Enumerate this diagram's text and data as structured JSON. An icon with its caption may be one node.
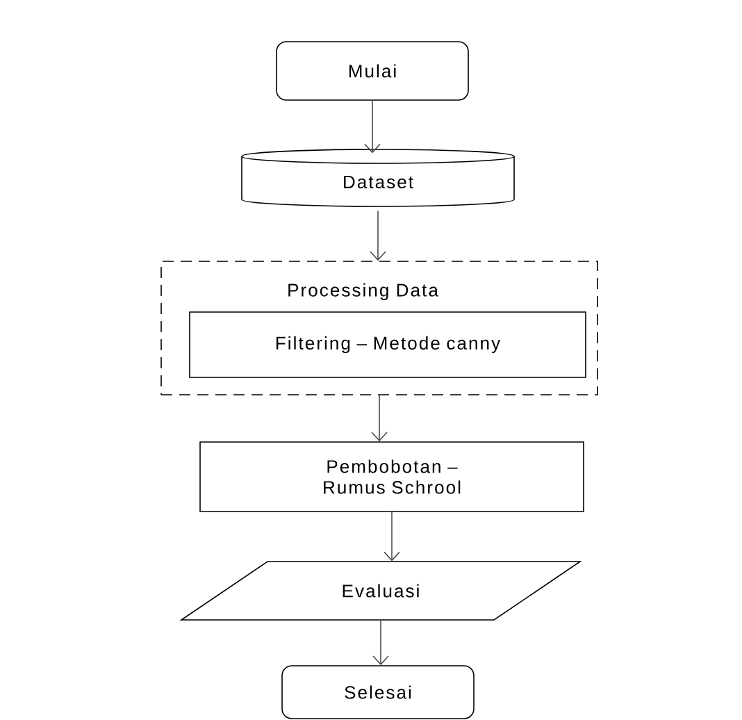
{
  "diagram": {
    "nodes": [
      {
        "text": [
          "Mulai"
        ]
      },
      {
        "text": [
          "Dataset"
        ]
      },
      {
        "text": [
          "Processing Data"
        ]
      },
      {
        "text": [
          "Filtering – Metode canny"
        ],
        "in": 2
      },
      {
        "text": [
          "Pembobotan – Rumus Schrool"
        ]
      },
      {
        "text": [
          "Evaluasi"
        ]
      },
      {
        "text": [
          "Selesai"
        ]
      }
    ],
    "edges": [
      {
        "from": 0,
        "to": 1,
        "arrow": "to"
      },
      {
        "from": 1,
        "to": 2,
        "arrow": "to"
      },
      {
        "from": 2,
        "to": 4,
        "arrow": "to"
      },
      {
        "from": 4,
        "to": 5,
        "arrow": "to"
      },
      {
        "from": 5,
        "to": 6,
        "arrow": "to"
      }
    ]
  }
}
